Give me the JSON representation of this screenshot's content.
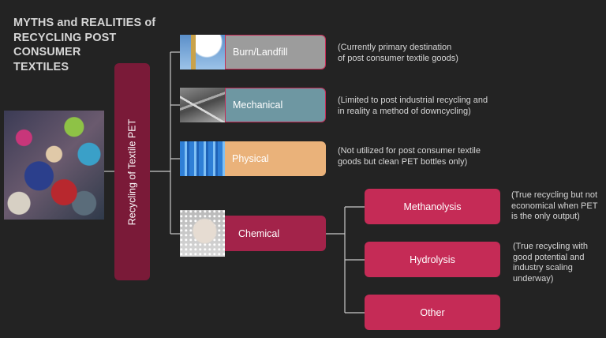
{
  "title": "MYTHS and REALITIES of\nRECYCLING POST\nCONSUMER\nTEXTILES",
  "root_label": "Recycling of Textile PET",
  "colors": {
    "background": "#232323",
    "root": "#7a1a38",
    "burn": "#9c9c9c",
    "mechanical": "#6e97a2",
    "physical": "#eab27a",
    "chemical": "#a3234a",
    "sub": "#c52b56",
    "lines": "#c9c9c9"
  },
  "branches": [
    {
      "label": "Burn/Landfill",
      "note": "(Currently primary destination\nof post consumer textile goods)"
    },
    {
      "label": "Mechanical",
      "note": "(Limited to post industrial recycling and\nin reality a method of downcycling)"
    },
    {
      "label": "Physical",
      "note": "(Not utilized for post consumer textile\ngoods but clean PET bottles only)"
    },
    {
      "label": "Chemical",
      "note": ""
    }
  ],
  "chemical_methods": [
    {
      "label": "Methanolysis",
      "note": "(True recycling but not\neconomical when PET\nis the only output)"
    },
    {
      "label": "Hydrolysis",
      "note": "(True recycling with\ngood potential and\nindustry scaling\nunderway)"
    },
    {
      "label": "Other",
      "note": ""
    }
  ]
}
